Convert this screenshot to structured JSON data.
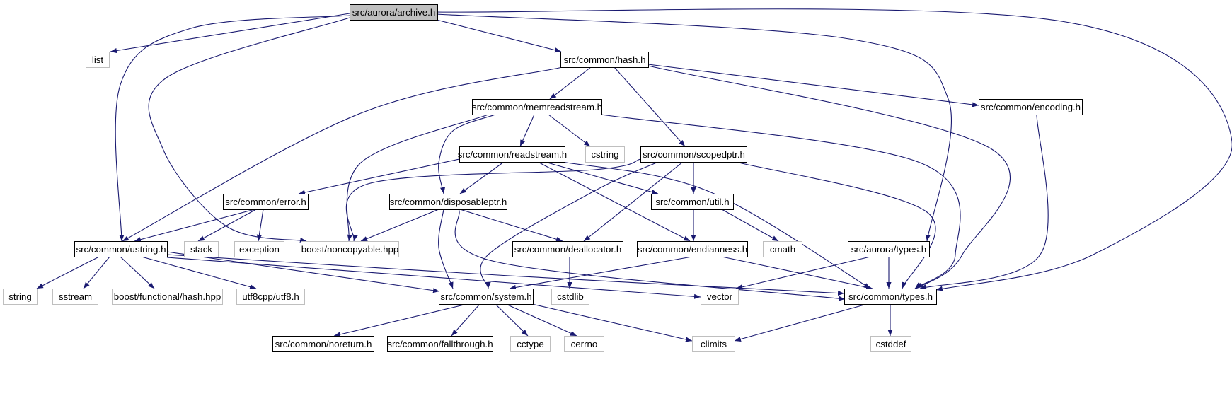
{
  "diagram": {
    "colors": {
      "edge": "#191970",
      "root_fill": "#bfbfbf",
      "root_border": "#000000",
      "internal_border": "#000000",
      "external_border": "#bfbfbf",
      "node_fill": "#ffffff",
      "text": "#000000"
    },
    "nodes": [
      {
        "id": "archive",
        "label": "src/aurora/archive.h",
        "kind": "root"
      },
      {
        "id": "list",
        "label": "list",
        "kind": "external"
      },
      {
        "id": "hash",
        "label": "src/common/hash.h",
        "kind": "internal"
      },
      {
        "id": "memreadstream",
        "label": "src/common/memreadstream.h",
        "kind": "internal"
      },
      {
        "id": "encoding",
        "label": "src/common/encoding.h",
        "kind": "internal"
      },
      {
        "id": "readstream",
        "label": "src/common/readstream.h",
        "kind": "internal"
      },
      {
        "id": "cstring",
        "label": "cstring",
        "kind": "external"
      },
      {
        "id": "scopedptr",
        "label": "src/common/scopedptr.h",
        "kind": "internal"
      },
      {
        "id": "error",
        "label": "src/common/error.h",
        "kind": "internal"
      },
      {
        "id": "disposableptr",
        "label": "src/common/disposableptr.h",
        "kind": "internal"
      },
      {
        "id": "util",
        "label": "src/common/util.h",
        "kind": "internal"
      },
      {
        "id": "ustring",
        "label": "src/common/ustring.h",
        "kind": "internal"
      },
      {
        "id": "stack",
        "label": "stack",
        "kind": "external"
      },
      {
        "id": "exception",
        "label": "exception",
        "kind": "external"
      },
      {
        "id": "noncopyable",
        "label": "boost/noncopyable.hpp",
        "kind": "external"
      },
      {
        "id": "deallocator",
        "label": "src/common/deallocator.h",
        "kind": "internal"
      },
      {
        "id": "endianness",
        "label": "src/common/endianness.h",
        "kind": "internal"
      },
      {
        "id": "cmath",
        "label": "cmath",
        "kind": "external"
      },
      {
        "id": "auroratypes",
        "label": "src/aurora/types.h",
        "kind": "internal"
      },
      {
        "id": "string",
        "label": "string",
        "kind": "external"
      },
      {
        "id": "sstream",
        "label": "sstream",
        "kind": "external"
      },
      {
        "id": "boosthash",
        "label": "boost/functional/hash.hpp",
        "kind": "external"
      },
      {
        "id": "utf8",
        "label": "utf8cpp/utf8.h",
        "kind": "external"
      },
      {
        "id": "system",
        "label": "src/common/system.h",
        "kind": "internal"
      },
      {
        "id": "cstdlib",
        "label": "cstdlib",
        "kind": "external"
      },
      {
        "id": "vector",
        "label": "vector",
        "kind": "external"
      },
      {
        "id": "commontypes",
        "label": "src/common/types.h",
        "kind": "internal"
      },
      {
        "id": "noreturn",
        "label": "src/common/noreturn.h",
        "kind": "internal"
      },
      {
        "id": "fallthrough",
        "label": "src/common/fallthrough.h",
        "kind": "internal"
      },
      {
        "id": "cctype",
        "label": "cctype",
        "kind": "external"
      },
      {
        "id": "cerrno",
        "label": "cerrno",
        "kind": "external"
      },
      {
        "id": "climits",
        "label": "climits",
        "kind": "external"
      },
      {
        "id": "cstddef",
        "label": "cstddef",
        "kind": "external"
      }
    ],
    "edges": [
      {
        "from": "archive",
        "to": "list"
      },
      {
        "from": "archive",
        "to": "hash"
      },
      {
        "from": "archive",
        "to": "ustring"
      },
      {
        "from": "archive",
        "to": "noncopyable"
      },
      {
        "from": "archive",
        "to": "auroratypes"
      },
      {
        "from": "archive",
        "to": "commontypes"
      },
      {
        "from": "hash",
        "to": "memreadstream"
      },
      {
        "from": "hash",
        "to": "encoding"
      },
      {
        "from": "hash",
        "to": "scopedptr"
      },
      {
        "from": "hash",
        "to": "ustring"
      },
      {
        "from": "hash",
        "to": "commontypes"
      },
      {
        "from": "memreadstream",
        "to": "readstream"
      },
      {
        "from": "memreadstream",
        "to": "cstring"
      },
      {
        "from": "memreadstream",
        "to": "disposableptr"
      },
      {
        "from": "memreadstream",
        "to": "noncopyable"
      },
      {
        "from": "memreadstream",
        "to": "commontypes"
      },
      {
        "from": "encoding",
        "to": "commontypes"
      },
      {
        "from": "readstream",
        "to": "error"
      },
      {
        "from": "readstream",
        "to": "disposableptr"
      },
      {
        "from": "readstream",
        "to": "util"
      },
      {
        "from": "readstream",
        "to": "endianness"
      },
      {
        "from": "readstream",
        "to": "commontypes"
      },
      {
        "from": "scopedptr",
        "to": "util"
      },
      {
        "from": "scopedptr",
        "to": "deallocator"
      },
      {
        "from": "scopedptr",
        "to": "system"
      },
      {
        "from": "scopedptr",
        "to": "noncopyable"
      },
      {
        "from": "scopedptr",
        "to": "commontypes"
      },
      {
        "from": "error",
        "to": "ustring"
      },
      {
        "from": "error",
        "to": "stack"
      },
      {
        "from": "error",
        "to": "exception"
      },
      {
        "from": "disposableptr",
        "to": "noncopyable"
      },
      {
        "from": "disposableptr",
        "to": "deallocator"
      },
      {
        "from": "disposableptr",
        "to": "system"
      },
      {
        "from": "disposableptr",
        "to": "commontypes"
      },
      {
        "from": "util",
        "to": "endianness"
      },
      {
        "from": "util",
        "to": "cmath"
      },
      {
        "from": "ustring",
        "to": "string"
      },
      {
        "from": "ustring",
        "to": "sstream"
      },
      {
        "from": "ustring",
        "to": "boosthash"
      },
      {
        "from": "ustring",
        "to": "utf8"
      },
      {
        "from": "ustring",
        "to": "system"
      },
      {
        "from": "ustring",
        "to": "vector"
      },
      {
        "from": "ustring",
        "to": "commontypes"
      },
      {
        "from": "deallocator",
        "to": "cstdlib"
      },
      {
        "from": "endianness",
        "to": "system"
      },
      {
        "from": "endianness",
        "to": "commontypes"
      },
      {
        "from": "auroratypes",
        "to": "vector"
      },
      {
        "from": "auroratypes",
        "to": "commontypes"
      },
      {
        "from": "system",
        "to": "noreturn"
      },
      {
        "from": "system",
        "to": "fallthrough"
      },
      {
        "from": "system",
        "to": "cctype"
      },
      {
        "from": "system",
        "to": "cerrno"
      },
      {
        "from": "system",
        "to": "climits"
      },
      {
        "from": "commontypes",
        "to": "climits"
      },
      {
        "from": "commontypes",
        "to": "cstddef"
      }
    ]
  }
}
